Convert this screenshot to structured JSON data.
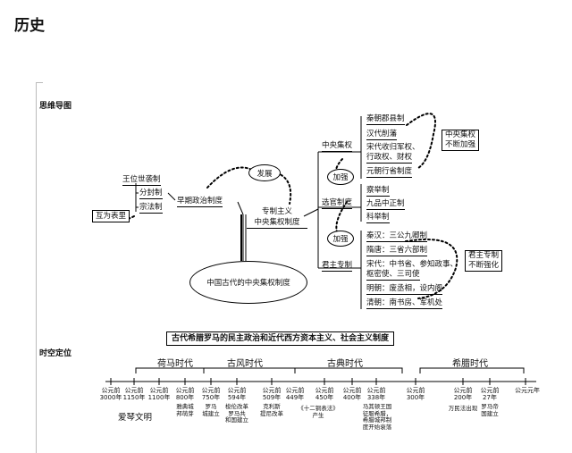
{
  "page": {
    "heading": "历史",
    "section_mindmap": "思维导图",
    "section_timeline": "时空定位"
  },
  "mindmap": {
    "root": "中国古代的中央集权制度",
    "early": "早期政治制度",
    "early_items": [
      "王位世袭制",
      "分封制",
      "宗法制"
    ],
    "early_relation": "互为表里",
    "develop_label": "发展",
    "autocracy": [
      "专制主义",
      "中央集权制度"
    ],
    "central_power": "中央集权",
    "central_items": [
      "秦朝郡县制",
      "汉代削藩",
      "宋代收归军权、",
      "行政权、财权",
      "元朝行省制度"
    ],
    "central_note": [
      "中央集权",
      "不断加强"
    ],
    "strengthen_1": "加强",
    "official_selection": "选官制度",
    "official_items": [
      "察举制",
      "九品中正制",
      "科举制"
    ],
    "strengthen_2": "加强",
    "monarchy": "君主专制",
    "monarchy_items": [
      "秦汉：三公九卿制",
      "隋唐：三省六部制",
      "宋代：中书省、参知政事、",
      "枢密使、三司使",
      "明朝：废丞相，设内阁",
      "清朝：南书房、军机处"
    ],
    "monarchy_note": [
      "君主专制",
      "不断强化"
    ]
  },
  "timeline": {
    "title": "古代希腊罗马的民主政治和近代西方资本主义、社会主义制度",
    "eras": [
      "荷马时代",
      "古风时代",
      "古典时代",
      "希腊时代"
    ],
    "years": [
      {
        "y": [
          "公元前",
          "3000年"
        ]
      },
      {
        "y": [
          "公元前",
          "1150年"
        ]
      },
      {
        "y": [
          "公元前",
          "1100年"
        ]
      },
      {
        "y": [
          "公元前",
          "800年"
        ],
        "e": [
          "雅典城",
          "邦萌芽"
        ]
      },
      {
        "y": [
          "公元前",
          "750年"
        ],
        "e": [
          "罗马",
          "城建立"
        ]
      },
      {
        "y": [
          "公元前",
          "594年"
        ],
        "e": [
          "梭伦改革",
          "罗马共",
          "和国建立"
        ]
      },
      {
        "y": [
          "公元前",
          "509年"
        ],
        "e": [
          "克利斯",
          "提尼改革"
        ]
      },
      {
        "y": [
          "公元前",
          "449年"
        ],
        "e": [
          "《十二铜表法》",
          "产生"
        ]
      },
      {
        "y": [
          "公元前",
          "450年"
        ]
      },
      {
        "y": [
          "公元前",
          "400年"
        ]
      },
      {
        "y": [
          "公元前",
          "338年"
        ],
        "e": [
          "马其顿王国",
          "征服希腊，",
          "希腊城邦制",
          "度开始衰落"
        ]
      },
      {
        "y": [
          "公元前",
          "300年"
        ]
      },
      {
        "y": [
          "公元前",
          "200年"
        ],
        "e": [
          "万民法出现"
        ]
      },
      {
        "y": [
          "公元前",
          "27年"
        ],
        "e": [
          "罗马帝",
          "国建立"
        ]
      },
      {
        "y": [
          "公元元年"
        ]
      }
    ],
    "aegean": "爱琴文明"
  }
}
